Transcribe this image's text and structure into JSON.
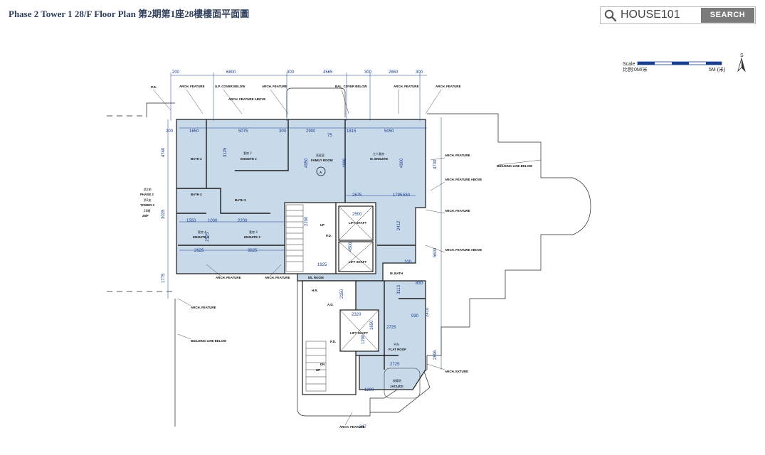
{
  "header": {
    "title": "Phase 2 Tower 1 28/F Floor Plan  第2期第1座28樓樓面平面圖"
  },
  "search": {
    "value": "HOUSE101",
    "button_label": "SEARCH"
  },
  "scale": {
    "label_en": "Scale",
    "label_zh": "比例:0M/米",
    "end_label": "5M (米)",
    "north": "S"
  },
  "plan": {
    "top_dims": [
      "200",
      "6800",
      "300",
      "4565",
      "300",
      "2860",
      "300"
    ],
    "rooms": {
      "ensuite2_zh": "套房 2",
      "ensuite2": "ENSUITE 2",
      "family_zh": "家庭室",
      "family": "FAMILY ROOM",
      "mensuite_zh": "主人套房",
      "mensuite": "M. ENSUITE",
      "ensuite4_zh": "套房 4",
      "ensuite4": "ENSUITE 4",
      "ensuite3_zh": "套房 3",
      "ensuite3": "ENSUITE 3",
      "lift1": "LIFT SHAFT",
      "lift2": "LIFT SHAFT",
      "lift3": "LIFT SHAFT",
      "mbath": "M. BATH",
      "bath2": "BATH 2",
      "bath3": "BATH 3",
      "bath4": "BATH 4",
      "jacuzzi_zh": "按摩池",
      "jacuzzi": "JACUZZI",
      "flatroof_zh": "平台",
      "flatroof": "FLAT ROOF",
      "eroom": "E/L ROOM",
      "hr": "H.R.",
      "ad": "A.D.",
      "pd": "P.D.",
      "pd2": "P.D."
    },
    "notes": {
      "arch1": "ARCH. FEATURE",
      "arch2": "ARCH. FEATURE",
      "arch3": "ARCH. FEATURE",
      "arch4": "ARCH. FEATURE",
      "arch_above1": "ARCH. FEATURE ABOVE",
      "arch_above2": "ARCH. FEATURE ABOVE",
      "arch_above3": "ARCH. FEATURE ABOVE",
      "arch_r1": "ARCH. FEATURE",
      "arch_r2": "ARCH. FEATURE",
      "arch_r3": "ARCH. FEATURE",
      "arch_b1": "ARCH. FEATURE",
      "arch_b2": "ARCH. FEATURE",
      "arch_b3": "ARCH. FEATURE",
      "arch_ext": "ARCH. EXTURE",
      "upcover": "U.P. COVER BELOW",
      "balcover": "BAL. COVER BELOW",
      "bldg_line1": "BUILDING LINE BELOW",
      "bldg_line2": "BUILDING LINE BELOW",
      "phase_zh": "第2期",
      "phase": "PHASE 2",
      "tower_zh": "第2座",
      "tower": "TOWER 2",
      "floor_zh": "28樓",
      "floor": "28/F",
      "tower_a": "A",
      "up1": "UP",
      "up2": "UP",
      "dn": "DN",
      "pd_top": "P.D."
    },
    "dims": {
      "d5075": "5075",
      "d2900": "2900",
      "d1815": "1815",
      "d5050": "5050",
      "d1650": "1650",
      "d4740": "4740",
      "d3125": "3125",
      "d4950": "4950",
      "d4886": "4886",
      "d4900": "4900",
      "d4700": "4700",
      "d2675": "2675",
      "d1795": "1795",
      "d2500": "2500",
      "d2200": "2200",
      "d1550": "1550",
      "d1000": "1000",
      "d2625": "2625",
      "d3825": "3825",
      "d2525": "2525",
      "d3025": "3025",
      "d1775": "1775",
      "d1925": "1925",
      "d5600": "5600",
      "d2725": "2725",
      "d2896": "2896",
      "d1200": "1200",
      "d347": "347",
      "d930": "930",
      "d2320": "2320",
      "d3113": "3113",
      "d2150": "2150",
      "d1650b": "1650",
      "d580": "580",
      "d2412": "2412",
      "d830": "830",
      "d2725b": "2725",
      "d2410": "2410",
      "d1290": "1290",
      "d200": "200",
      "d100": "100",
      "d75": "75",
      "d300": "300",
      "d4500": "4500",
      "d2200b": "2200"
    }
  }
}
